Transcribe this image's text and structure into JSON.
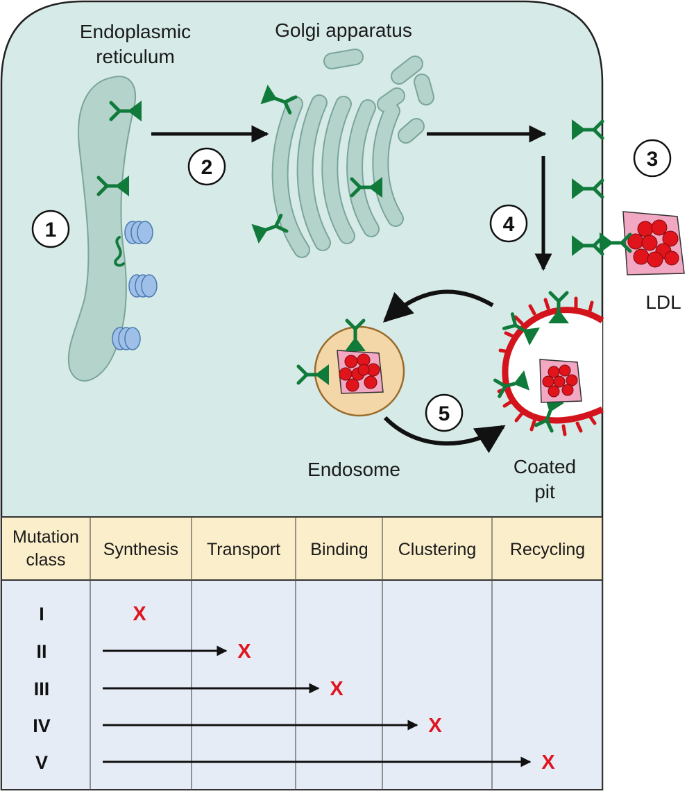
{
  "colors": {
    "cell_fill": "#d6eae7",
    "organelle_fill": "#b4d3cb",
    "receptor": "#0f7a3a",
    "ribosome": "#9ec0e8",
    "ldl_square": "#f2a7c2",
    "ldl_particle": "#e1141c",
    "endosome": "#f4d7a8",
    "coat": "#d4141c",
    "header_band": "#fbeecb",
    "table_body": "#e6ecf6",
    "x_mark": "#e0141e"
  },
  "diagram": {
    "labels": {
      "er_line1": "Endoplasmic",
      "er_line2": "reticulum",
      "golgi": "Golgi apparatus",
      "ldl": "LDL",
      "endosome": "Endosome",
      "coated_pit_line1": "Coated",
      "coated_pit_line2": "pit"
    },
    "steps": [
      "1",
      "2",
      "3",
      "4",
      "5"
    ]
  },
  "table": {
    "header_first_line1": "Mutation",
    "header_first_line2": "class",
    "columns": [
      "Synthesis",
      "Transport",
      "Binding",
      "Clustering",
      "Recycling"
    ],
    "rows": [
      {
        "class": "I",
        "mark": "X",
        "blocked_stage": "Synthesis"
      },
      {
        "class": "II",
        "mark": "X",
        "blocked_stage": "Transport"
      },
      {
        "class": "III",
        "mark": "X",
        "blocked_stage": "Binding"
      },
      {
        "class": "IV",
        "mark": "X",
        "blocked_stage": "Clustering"
      },
      {
        "class": "V",
        "mark": "X",
        "blocked_stage": "Recycling"
      }
    ]
  }
}
